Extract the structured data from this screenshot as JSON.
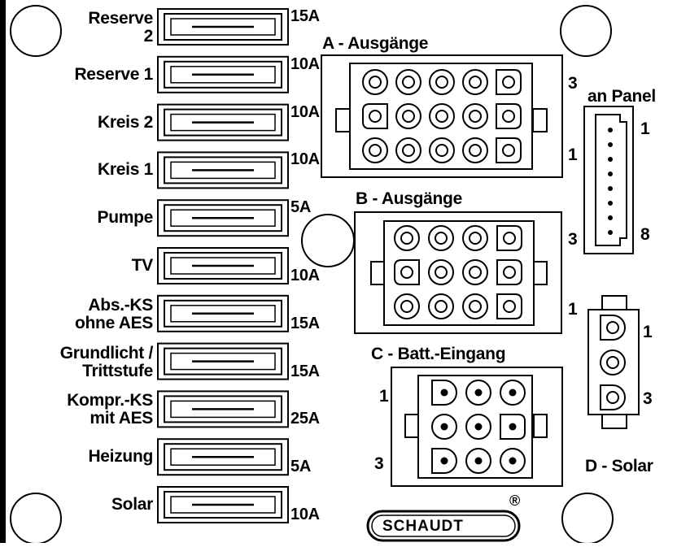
{
  "fuses": [
    {
      "name_lines": [
        "Reserve",
        "2"
      ],
      "rating": "15A",
      "rating_pos": "top"
    },
    {
      "name_lines": [
        "Reserve 1"
      ],
      "rating": "10A",
      "rating_pos": "top"
    },
    {
      "name_lines": [
        "Kreis 2"
      ],
      "rating": "10A",
      "rating_pos": "top"
    },
    {
      "name_lines": [
        "Kreis 1"
      ],
      "rating": "10A",
      "rating_pos": "top"
    },
    {
      "name_lines": [
        "Pumpe"
      ],
      "rating": "5A",
      "rating_pos": "top"
    },
    {
      "name_lines": [
        "TV"
      ],
      "rating": "10A",
      "rating_pos": "bottom"
    },
    {
      "name_lines": [
        "Abs.-KS",
        "ohne AES"
      ],
      "rating": "15A",
      "rating_pos": "bottom"
    },
    {
      "name_lines": [
        "Grundlicht /",
        "Trittstufe"
      ],
      "rating": "15A",
      "rating_pos": "bottom"
    },
    {
      "name_lines": [
        "Kompr.-KS",
        "mit AES"
      ],
      "rating": "25A",
      "rating_pos": "bottom"
    },
    {
      "name_lines": [
        "Heizung"
      ],
      "rating": "5A",
      "rating_pos": "bottom"
    },
    {
      "name_lines": [
        "Solar"
      ],
      "rating": "10A",
      "rating_pos": "bottom"
    }
  ],
  "connectors": {
    "a": {
      "title": "A - Ausgänge",
      "pin_top": "3",
      "pin_bottom": "1"
    },
    "b": {
      "title": "B - Ausgänge",
      "pin_top": "3",
      "pin_bottom": "1"
    },
    "c": {
      "title": "C - Batt.-Eingang",
      "pin_top": "1",
      "pin_bottom": "3"
    },
    "d": {
      "title": "D - Solar",
      "pin_top": "1",
      "pin_bottom": "3"
    },
    "panel": {
      "title": "an Panel",
      "pin_top": "1",
      "pin_bottom": "8"
    }
  },
  "logo": {
    "text": "SCHAUDT",
    "mark": "®"
  }
}
